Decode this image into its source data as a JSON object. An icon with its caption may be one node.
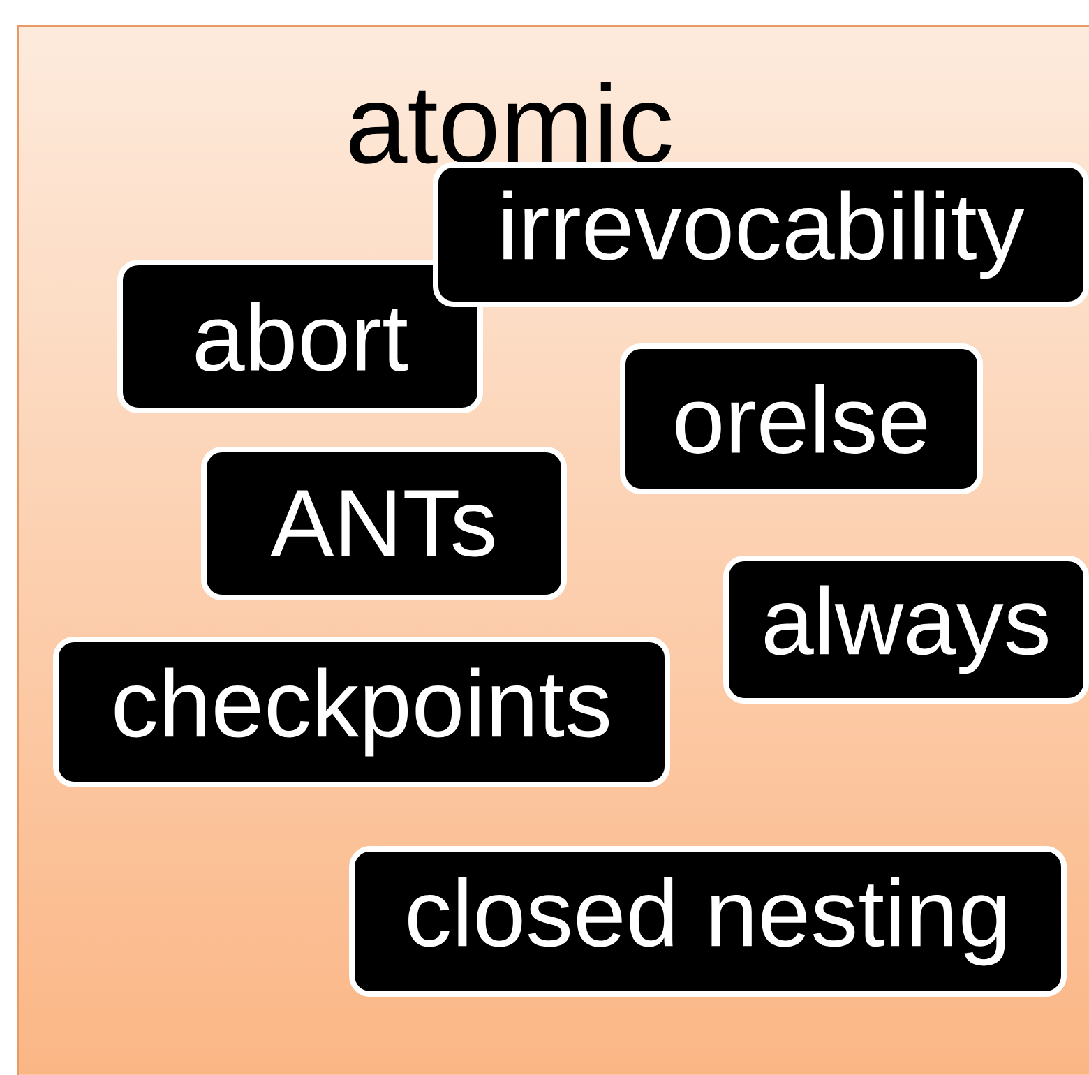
{
  "diagram": {
    "nodes": [
      {
        "text": [
          "atomic"
        ]
      },
      {
        "text": [
          "irrevocability"
        ],
        "in": 0
      },
      {
        "text": [
          "abort"
        ],
        "in": 0
      },
      {
        "text": [
          "orelse"
        ],
        "in": 0
      },
      {
        "text": [
          "ANTs"
        ],
        "in": 0
      },
      {
        "text": [
          "always"
        ],
        "in": 0
      },
      {
        "text": [
          "checkpoints"
        ],
        "in": 0
      },
      {
        "text": [
          "closed nesting"
        ],
        "in": 0
      }
    ]
  }
}
